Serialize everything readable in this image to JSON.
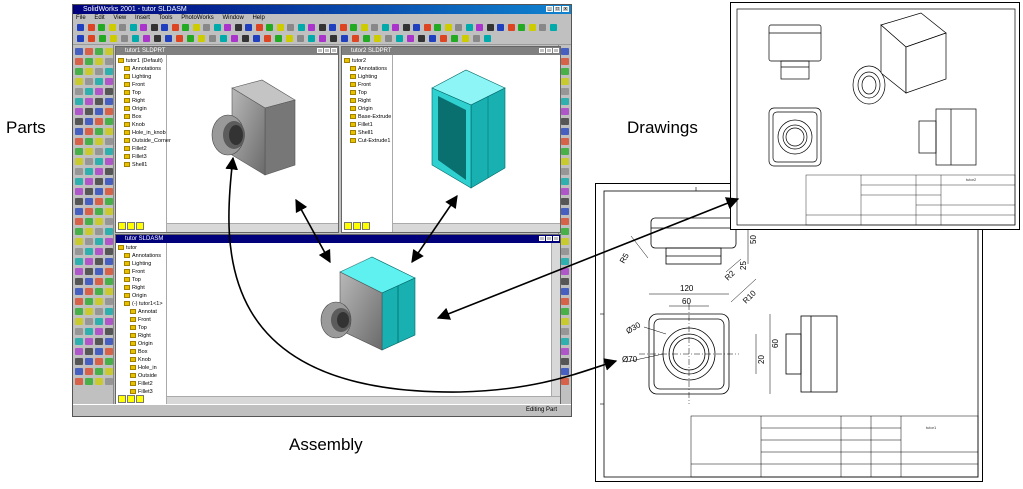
{
  "labels": {
    "parts": "Parts",
    "drawings": "Drawings",
    "assembly": "Assembly"
  },
  "app": {
    "title": "SolidWorks 2001 - tutor SLDASM",
    "menu": [
      "File",
      "Edit",
      "View",
      "Insert",
      "Tools",
      "PhotoWorks",
      "Window",
      "Help"
    ],
    "status": "Editing Part"
  },
  "windows": {
    "part1": {
      "title": "tutor1 SLDPRT",
      "tree": [
        "tutor1 (Default)",
        "Annotations",
        "Lighting",
        "Front",
        "Top",
        "Right",
        "Origin",
        "Box",
        "Knob",
        "Hole_in_knob",
        "Outside_Corner",
        "Fillet2",
        "Fillet3",
        "Shell1"
      ]
    },
    "part2": {
      "title": "tutor2 SLDPRT",
      "tree": [
        "tutor2",
        "Annotations",
        "Lighting",
        "Front",
        "Top",
        "Right",
        "Origin",
        "Base-Extrude",
        "Fillet1",
        "Shell1",
        "Cut-Extrude1"
      ]
    },
    "assembly": {
      "title": "tutor SLDASM",
      "tree": [
        "tutor",
        "Annotations",
        "Lighting",
        "Front",
        "Top",
        "Right",
        "Origin",
        "(-) tutor1<1>",
        "Annotat",
        "Front",
        "Top",
        "Right",
        "Origin",
        "Box",
        "Knob",
        "Hole_in",
        "Outside",
        "Fillet2",
        "Fillet3"
      ]
    }
  },
  "drawing": {
    "dims": {
      "d50": "50",
      "d25": "25",
      "d120": "120",
      "d60a": "60",
      "r5": "R5",
      "r2": "R2",
      "r10": "R10",
      "dia30": "Ø30",
      "d60b": "60",
      "d20": "20",
      "dia70": "Ø70"
    },
    "title_text": "tutor1",
    "small_title": "tutor2"
  },
  "colors": {
    "cyan": "#22d3d3",
    "gray": "#8c8c8c"
  }
}
